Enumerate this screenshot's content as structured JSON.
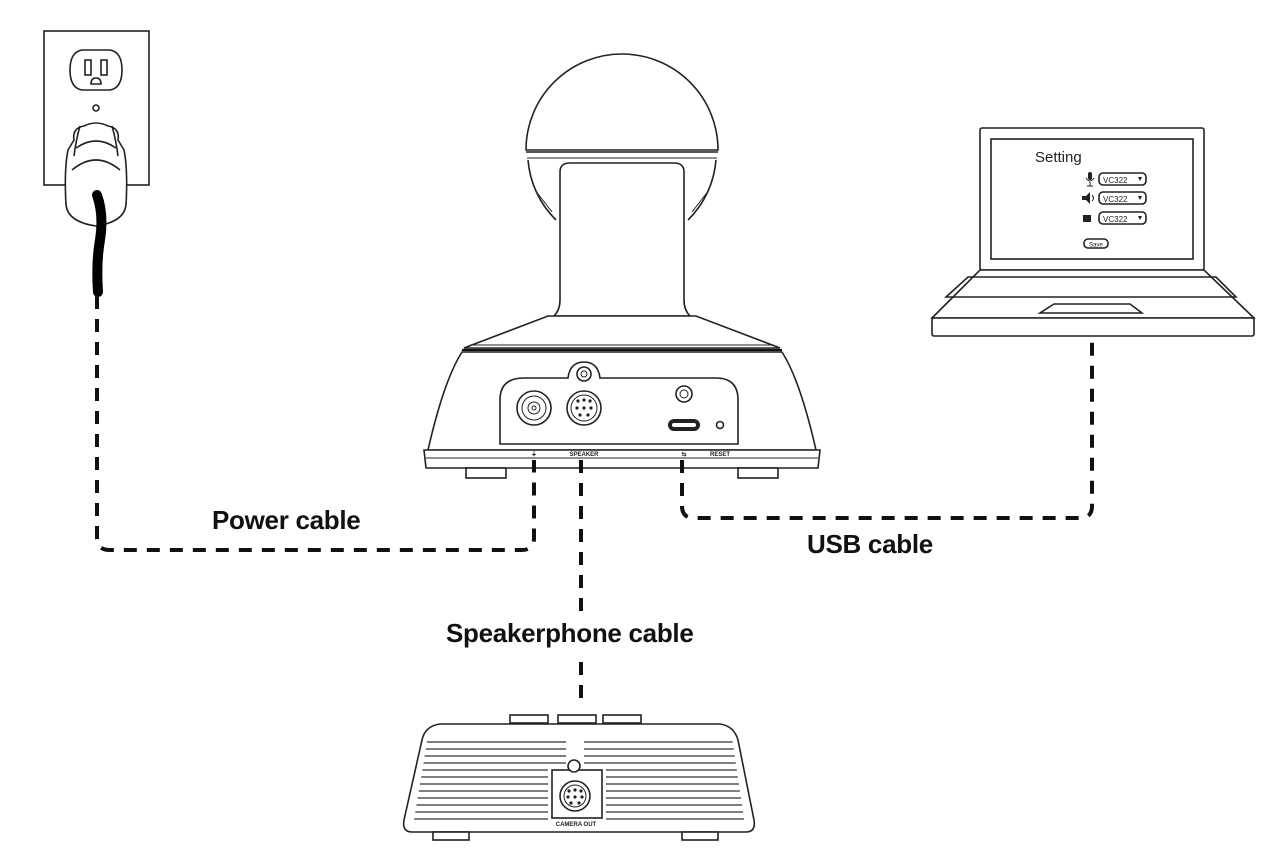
{
  "diagram": {
    "title": "Camera connection diagram",
    "labels": {
      "power_cable": "Power cable",
      "usb_cable": "USB cable",
      "speakerphone_cable": "Speakerphone cable"
    },
    "camera_ports": {
      "power": "⏚",
      "speaker": "SPEAKER",
      "usb": "⇆",
      "reset": "RESET"
    },
    "speakerphone_port": "CAMERA OUT",
    "laptop_screen": {
      "title": "Setting",
      "rows": [
        {
          "icon": "microphone-icon",
          "value": "VC322"
        },
        {
          "icon": "speaker-icon",
          "value": "VC322"
        },
        {
          "icon": "camera-icon",
          "value": "VC322"
        }
      ],
      "button": "Save"
    },
    "line_color": "#111111",
    "background": "#ffffff"
  }
}
